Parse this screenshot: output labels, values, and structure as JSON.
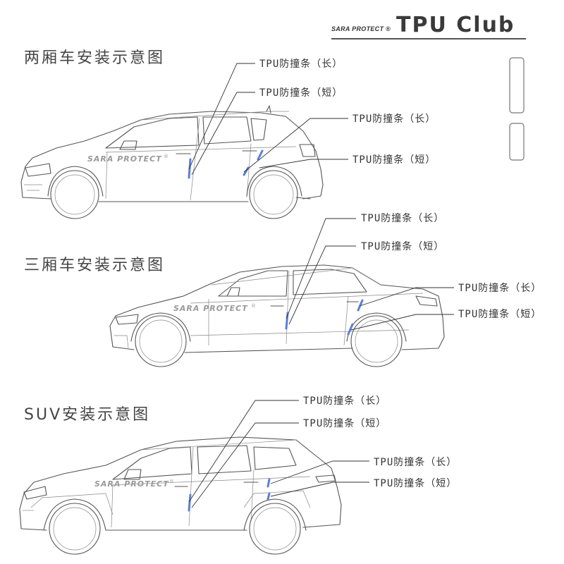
{
  "brand": {
    "small": "SARA PROTECT ®",
    "main": "TPU Club"
  },
  "sections": {
    "hatchback": {
      "title": "两厢车安装示意图"
    },
    "sedan": {
      "title": "三厢车安装示意图"
    },
    "suv": {
      "title": "SUV安装示意图"
    }
  },
  "callouts": {
    "long": "TPU防撞条（长）",
    "short": "TPU防撞条（短）"
  },
  "watermark": {
    "text": "SARA PROTECT",
    "reg": "®"
  },
  "colors": {
    "strip": "#5a7fd6",
    "line": "#555555"
  }
}
